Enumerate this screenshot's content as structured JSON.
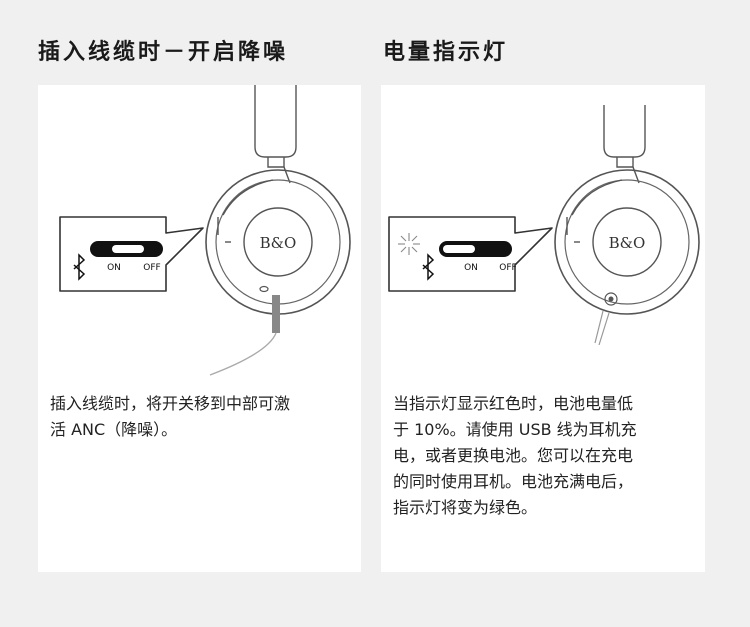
{
  "left_panel": {
    "heading": "插入线缆时－开启降噪",
    "switch_on_label": "ON",
    "switch_off_label": "OFF",
    "logo_text": "B&O",
    "description_lines": [
      "插入线缆时，将开关移到中部可激",
      "活 ANC（降噪）。"
    ]
  },
  "right_panel": {
    "heading": "电量指示灯",
    "switch_on_label": "ON",
    "switch_off_label": "OFF",
    "logo_text": "B&O",
    "description_lines": [
      "当指示灯显示红色时，电池电量低",
      "于 10%。请使用 USB 线为耳机充",
      "电，或者更换电池。您可以在充电",
      "的同时使用耳机。电池充满电后，",
      "指示灯将变为绿色。"
    ]
  }
}
